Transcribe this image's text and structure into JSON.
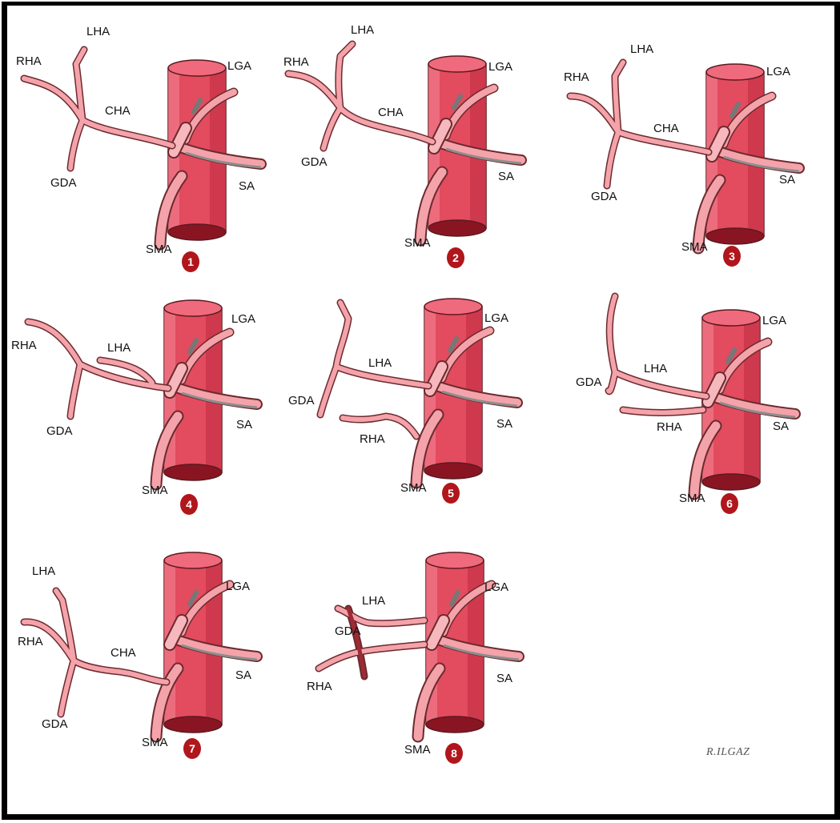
{
  "labels": {
    "rha": "RHA",
    "lha": "LHA",
    "cha": "CHA",
    "gda": "GDA",
    "lga": "LGA",
    "sa": "SA",
    "sma": "SMA"
  },
  "variants": [
    {
      "number": "1"
    },
    {
      "number": "2"
    },
    {
      "number": "3"
    },
    {
      "number": "4"
    },
    {
      "number": "5"
    },
    {
      "number": "6"
    },
    {
      "number": "7"
    },
    {
      "number": "8"
    }
  ],
  "signature": "R.ILGAZ",
  "colors": {
    "aorta": "#e34b5e",
    "aorta_dark": "#b8253a",
    "aorta_light": "#f07a8a",
    "artery": "#f4a3aa",
    "artery_outline": "#6b2a2e",
    "badge": "#b0161c"
  }
}
